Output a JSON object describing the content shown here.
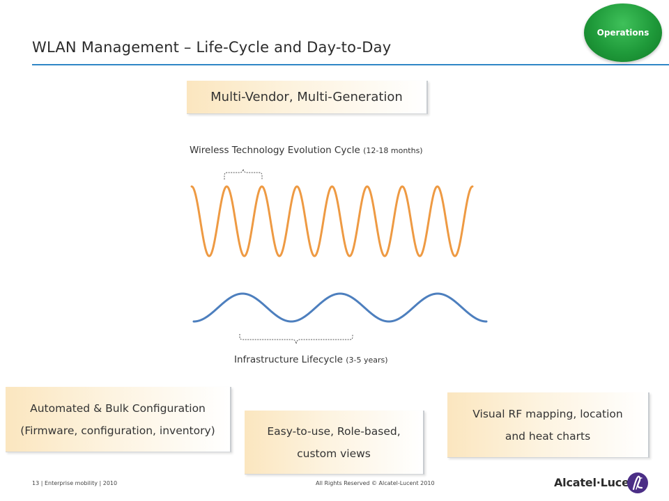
{
  "header": {
    "title": "WLAN Management – Life-Cycle and Day-to-Day",
    "badge": "Operations"
  },
  "boxes": {
    "multi_vendor": "Multi-Vendor, Multi-Generation",
    "automated": {
      "line1": "Automated & Bulk Configuration",
      "line2": "(Firmware, configuration, inventory)"
    },
    "easy": {
      "line1": "Easy-to-use, Role-based,",
      "line2": "custom views"
    },
    "visual": {
      "line1": "Visual RF mapping, location",
      "line2": "and heat charts"
    }
  },
  "diagram": {
    "wireless": {
      "label": "Wireless Technology Evolution Cycle ",
      "period": "(12-18 months)",
      "cycles": 8,
      "color": "#ee9a43"
    },
    "infrastructure": {
      "label": "Infrastructure Lifecycle ",
      "period": "(3-5 years)",
      "cycles": 3,
      "color": "#4d7fbe"
    }
  },
  "footer": {
    "left": "13 | Enterprise mobility | 2010",
    "center": "All Rights Reserved © Alcatel-Lucent 2010",
    "brand": "Alcatel·Lucent"
  },
  "colors": {
    "accent": "#2f86c6",
    "badge": "#1f9a3a",
    "brand_logo": "#4b2e86"
  }
}
